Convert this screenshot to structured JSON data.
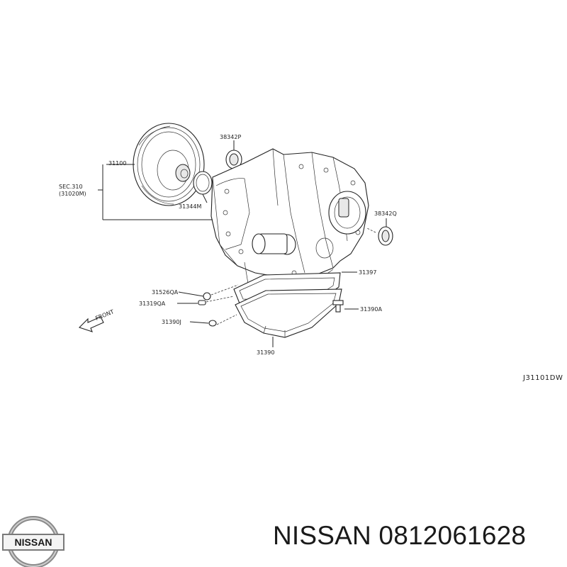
{
  "callouts": {
    "c38342p": "38342P",
    "c31100": "31100",
    "sec310_line1": "SEC.310",
    "sec310_line2": "(31020M)",
    "c31344m": "31344M",
    "c38342q": "38342Q",
    "c31397": "31397",
    "c31526qa": "31526QA",
    "c31319qa": "31319QA",
    "c31390a": "31390A",
    "c31390j": "31390J",
    "c31390": "31390",
    "front": "FRONT"
  },
  "diagram_code": "J31101DW",
  "logo": {
    "text": "NISSAN"
  },
  "footer": {
    "title": "NISSAN 0812061628"
  }
}
